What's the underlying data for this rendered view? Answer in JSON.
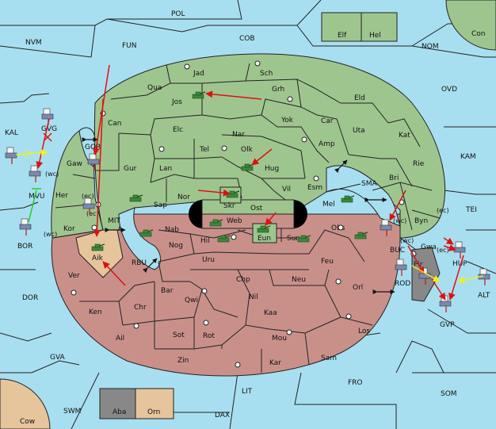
{
  "colors": {
    "sea": "#a8dff0",
    "north": "#9fc58f",
    "south": "#c9908a",
    "neutral_tan": "#e6c49c",
    "grey": "#888888",
    "border": "#222222",
    "order_red": "#dd1111",
    "order_yellow": "#eeee22",
    "order_green": "#22cc22"
  },
  "icons": {
    "fleet": "fleet-icon",
    "army": "army-icon",
    "supply": "supply-center-icon"
  },
  "map": {
    "sea_labels": {
      "pol": "POL",
      "nvm": "NVM",
      "fun": "FUN",
      "cob": "COB",
      "nom": "NOM",
      "con": "Con",
      "ovd": "OVD",
      "kal": "KAL",
      "kam": "KAM",
      "tei": "TEI",
      "bor": "BOR",
      "dor": "DOR",
      "alt": "ALT",
      "gva": "GVA",
      "fro": "FRO",
      "som": "SOM",
      "lit": "LIT",
      "swm": "SWM",
      "dax": "DAX",
      "cow": "Cow",
      "mit": "MIT",
      "rbu": "RBU",
      "sma": "SMA",
      "buc": "BUC",
      "rod": "ROD",
      "gvp": "GVP",
      "hup": "HUP",
      "gvg": "GVG",
      "gor": "GOR",
      "mvu": "MVU"
    },
    "north_labels": {
      "jad": "Jad",
      "sch": "Sch",
      "qua": "Qua",
      "jos": "Jos",
      "grh": "Grh",
      "eld": "Eld",
      "can": "Can",
      "yok": "Yok",
      "car": "Car",
      "elc": "Elc",
      "nar": "Nar",
      "uta": "Uta",
      "kat": "Kat",
      "tel": "Tel",
      "olk": "Olk",
      "amp": "Amp",
      "gur": "Gur",
      "lan": "Lan",
      "hug": "Hug",
      "rie": "Rie",
      "gaw": "Gaw",
      "bri": "Bri",
      "nor": "Nor",
      "skr": "Skr",
      "vil": "Vil",
      "esm": "Esm",
      "her": "Her",
      "sap": "Sap",
      "ost": "Ost",
      "mel": "Mel",
      "web": "Web",
      "kor": "Kor",
      "byn": "Byn",
      "elf": "Elf",
      "hel": "Hel"
    },
    "south_labels": {
      "nab": "Nab",
      "eun": "Eun",
      "sun": "Sun",
      "obs": "Obs",
      "hil": "Hil",
      "nog": "Nog",
      "uru": "Uru",
      "feu": "Feu",
      "ver": "Ver",
      "chp": "Chp",
      "neu": "Neu",
      "bar": "Bar",
      "qwi": "Qwi",
      "nil": "Nil",
      "orl": "Orl",
      "ken": "Ken",
      "chr": "Chr",
      "kaa": "Kaa",
      "ail": "Ail",
      "sot": "Sot",
      "rot": "Rot",
      "mou": "Mou",
      "los": "Los",
      "zin": "Zin",
      "kar": "Kar",
      "sam": "Sam",
      "gwa": "Gwa",
      "pir": "Pir"
    },
    "neutral_labels": {
      "aik": "Aik",
      "aba": "Aba",
      "orn": "Orn"
    },
    "coast_labels": {
      "wc1": "(wc)",
      "ec1": "(ec)",
      "wc2": "(wc)",
      "wc3": "(wc)",
      "ec2": "(ec)",
      "wc4": "(wc)",
      "ec3": "(ec)",
      "ec4": "(ec)"
    }
  }
}
